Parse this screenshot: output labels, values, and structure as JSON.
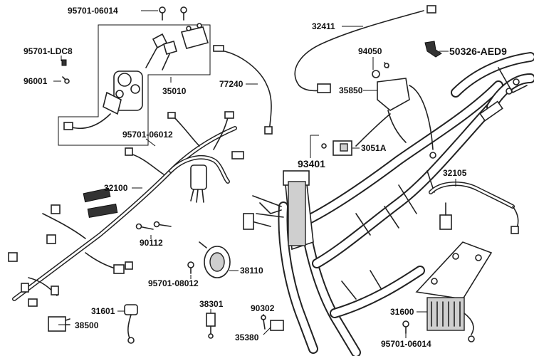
{
  "labels": {
    "p95701_06014_top": "95701-06014",
    "p32411": "32411",
    "p95701_ldc8": "95701-LDC8",
    "p94050": "94050",
    "p50326_aed9": "50326-AED9",
    "p96001": "96001",
    "p77240": "77240",
    "p35850": "35850",
    "p35010": "35010",
    "p95701_06012": "95701-06012",
    "p3051a": "3051A",
    "p93401": "93401",
    "p32105": "32105",
    "p32100": "32100",
    "p90112": "90112",
    "p38110": "38110",
    "p95701_08012": "95701-08012",
    "p31601": "31601",
    "p38301": "38301",
    "p90302": "90302",
    "p31600": "31600",
    "p38500": "38500",
    "p35380": "35380",
    "p95701_06014_bot": "95701-06014"
  }
}
